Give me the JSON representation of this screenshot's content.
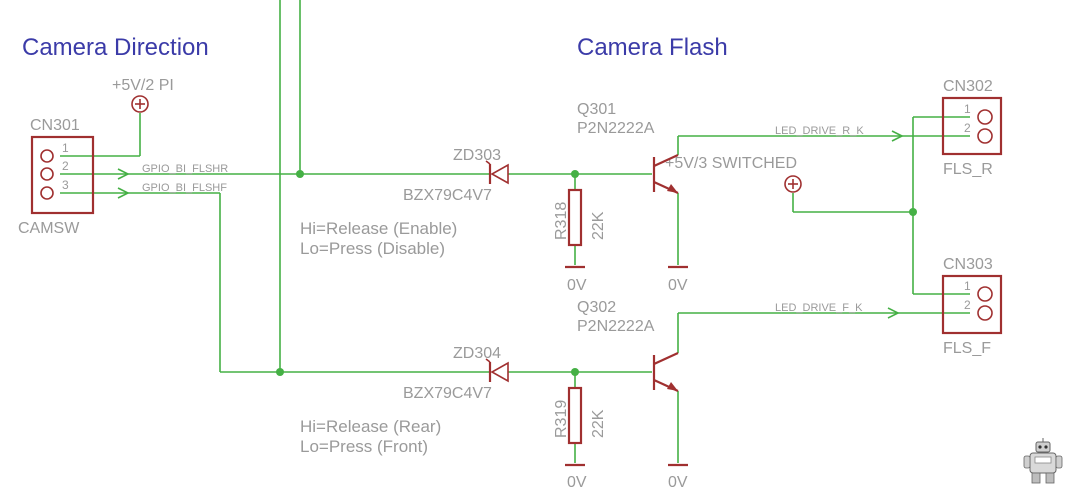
{
  "titles": {
    "camera_direction": "Camera Direction",
    "camera_flash": "Camera Flash"
  },
  "power": {
    "plus5v2": "+5V/2 PI",
    "plus5v3": "+5V/3 SWITCHED"
  },
  "connectors": {
    "cn301": {
      "ref": "CN301",
      "name": "CAMSW",
      "pins": [
        "1",
        "2",
        "3"
      ]
    },
    "cn302": {
      "ref": "CN302",
      "name": "FLS_R",
      "pins": [
        "1",
        "2"
      ]
    },
    "cn303": {
      "ref": "CN303",
      "name": "FLS_F",
      "pins": [
        "1",
        "2"
      ]
    }
  },
  "nets": {
    "gpio_flshr": "GPIO_BI_FLSHR",
    "gpio_flshf": "GPIO_BI_FLSHF",
    "led_drive_r": "LED_DRIVE_R_K",
    "led_drive_f": "LED_DRIVE_F_K"
  },
  "zeners": {
    "zd303": {
      "ref": "ZD303",
      "value": "BZX79C4V7"
    },
    "zd304": {
      "ref": "ZD304",
      "value": "BZX79C4V7"
    }
  },
  "transistors": {
    "q301": {
      "ref": "Q301",
      "value": "P2N2222A"
    },
    "q302": {
      "ref": "Q302",
      "value": "P2N2222A"
    }
  },
  "resistors": {
    "r318": {
      "ref": "R318",
      "value": "22K"
    },
    "r319": {
      "ref": "R319",
      "value": "22K"
    }
  },
  "grounds": {
    "label": "0V"
  },
  "notes": {
    "flash_hi": "Hi=Release (Enable)",
    "flash_lo": "Lo=Press (Disable)",
    "dir_hi": "Hi=Release (Rear)",
    "dir_lo": "Lo=Press (Front)"
  }
}
